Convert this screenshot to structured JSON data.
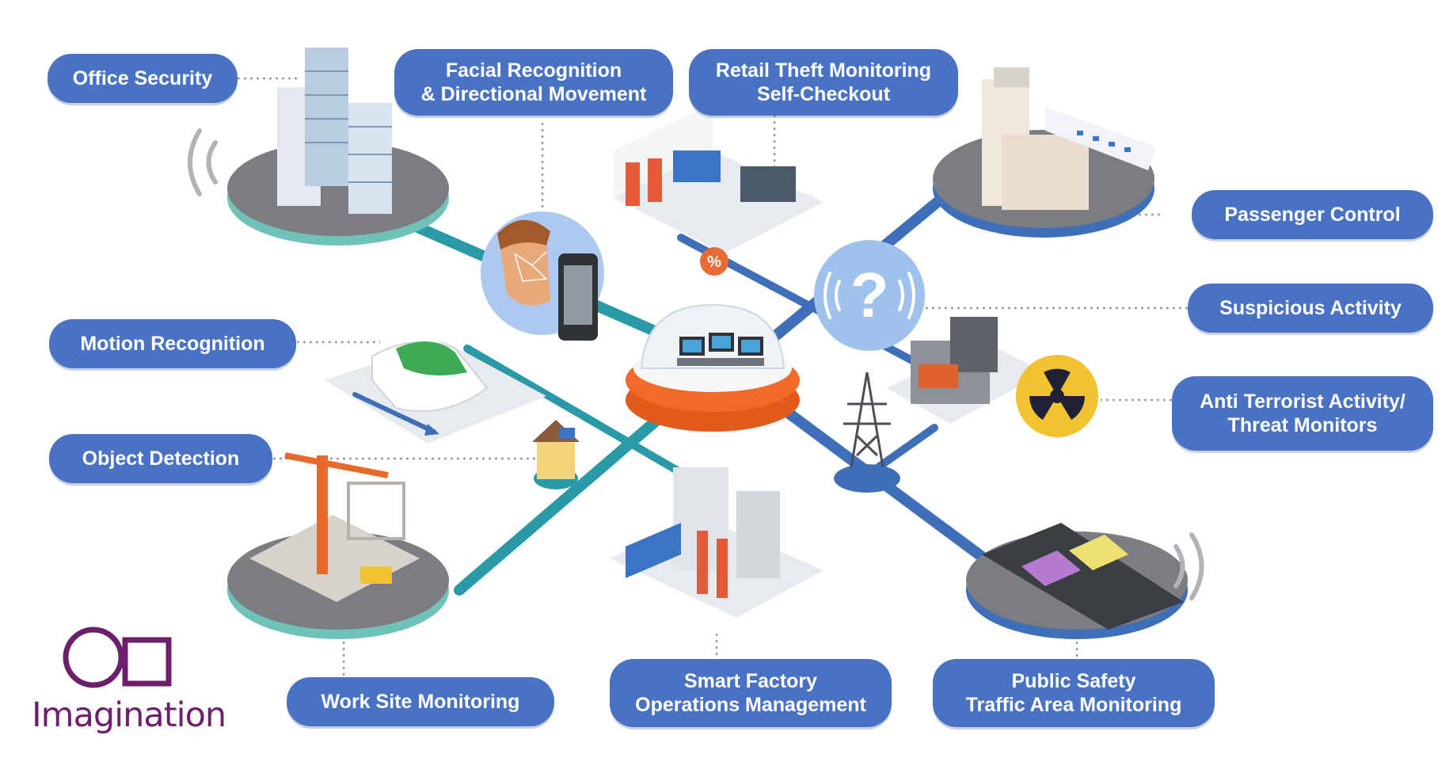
{
  "diagram": {
    "labels": {
      "office_security": [
        "Office Security"
      ],
      "facial_recognition": [
        "Facial Recognition",
        "& Directional Movement"
      ],
      "retail_theft": [
        "Retail Theft Monitoring",
        "Self-Checkout"
      ],
      "passenger_control": [
        "Passenger Control"
      ],
      "suspicious_activity": [
        "Suspicious Activity"
      ],
      "anti_terrorist": [
        "Anti Terrorist Activity/",
        "Threat Monitors"
      ],
      "motion_recognition": [
        "Motion Recognition"
      ],
      "object_detection": [
        "Object Detection"
      ],
      "work_site": [
        "Work Site Monitoring"
      ],
      "smart_factory": [
        "Smart Factory",
        "Operations Management"
      ],
      "public_safety": [
        "Public Safety",
        "Traffic Area Monitoring"
      ]
    },
    "question_mark": "?",
    "retail_badge": "%"
  },
  "logo": {
    "text": "Imagination"
  },
  "colors": {
    "pill": "#4a72c4",
    "line_teal": "#2a9aa8",
    "line_blue": "#3f6fb8",
    "platform_gray": "#7b7d80",
    "platform_teal": "#6fc2b8",
    "hub_orange": "#f06a28",
    "question_bubble": "#9ec2ec",
    "radiation_yellow": "#f2c230",
    "logo_purple": "#6c1f6b"
  }
}
